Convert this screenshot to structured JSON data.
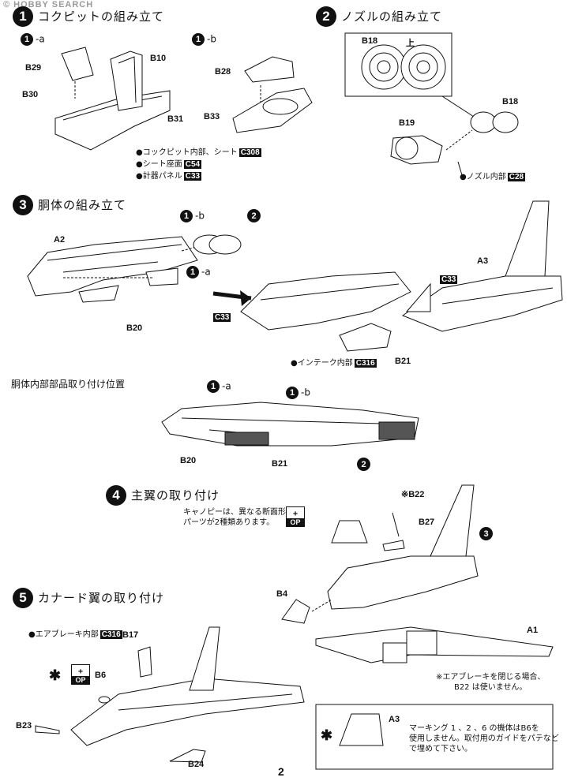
{
  "watermark": "© HOBBY SEARCH",
  "page_number": "2",
  "step1": {
    "number": "1",
    "title": "コクピットの組み立て",
    "sub_a": "-a",
    "sub_b": "-b",
    "labels": {
      "b29": "B29",
      "b10": "B10",
      "b30": "B30",
      "b31": "B31",
      "b28": "B28",
      "b33": "B33"
    },
    "paint": [
      {
        "text": "●コックピット内部、シート",
        "code": "C308"
      },
      {
        "text": "●シート座面",
        "code": "C54"
      },
      {
        "text": "●計器パネル",
        "code": "C33"
      }
    ]
  },
  "step2": {
    "number": "2",
    "title": "ノズルの組み立て",
    "labels": {
      "b18_top": "B18",
      "top_mark": "上",
      "b18": "B18",
      "b19": "B19"
    },
    "paint": {
      "text": "●ノズル内部",
      "code": "C28"
    }
  },
  "step3": {
    "number": "3",
    "title": "胴体の組み立て",
    "labels": {
      "a2": "A2",
      "a3": "A3",
      "b20": "B20",
      "b21": "B21",
      "sub_1b": "-b",
      "sub_1a": "-a",
      "c33_left": "C33",
      "c33_right": "C33",
      "step_ref_2": "2"
    },
    "paint": {
      "text": "●インテーク内部",
      "code": "C316"
    }
  },
  "position_section": {
    "title": "胴体内部部品取り付け位置",
    "labels": {
      "sub_1a": "-a",
      "sub_1b": "-b",
      "b20": "B20",
      "b21": "B21",
      "ref_2": "2"
    }
  },
  "step4": {
    "number": "4",
    "title": "主翼の取り付け",
    "canopy_note": [
      "キャノピーは、異なる断面形状の",
      "パーツが2種類あります。"
    ],
    "labels": {
      "b22": "※B22",
      "b27": "B27",
      "ref_3": "3",
      "b4": "B4",
      "a1": "A1"
    },
    "airbrake_note": [
      "※エアブレーキを閉じる場合、",
      "B22 は使いません。"
    ]
  },
  "step5": {
    "number": "5",
    "title": "カナード翼の取り付け",
    "paint": {
      "text": "●エアブレーキ内部",
      "code": "C316"
    },
    "labels": {
      "b17": "B17",
      "b6": "B6",
      "b23": "B23",
      "b24": "B24"
    },
    "asterisk": "✱",
    "op_label": "OP"
  },
  "note_box": {
    "asterisk": "✱",
    "a3_label": "A3",
    "text": [
      "マーキング 1 、2 、6 の機体はB6を",
      "使用しません。取付用のガイドをパテなど",
      "で埋めて下さい。"
    ]
  }
}
